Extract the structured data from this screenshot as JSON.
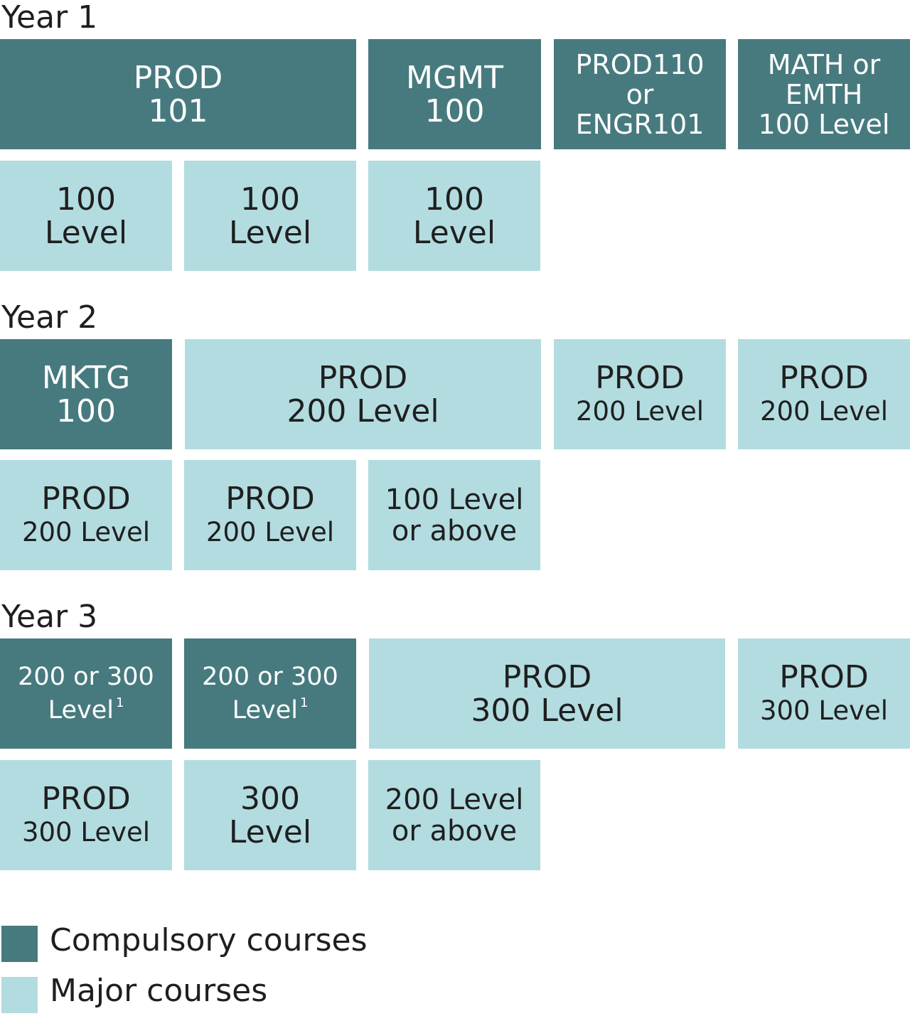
{
  "colors": {
    "compulsory": "#477a7e",
    "major": "#b2dce0"
  },
  "years": [
    {
      "label": "Year 1",
      "courses": [
        {
          "type": "compulsory",
          "lines": [
            "PROD",
            "101"
          ]
        },
        {
          "type": "compulsory",
          "lines": [
            "MGMT",
            "100"
          ]
        },
        {
          "type": "compulsory",
          "lines": [
            "PROD110",
            "or",
            "ENGR101"
          ]
        },
        {
          "type": "compulsory",
          "lines": [
            "MATH or",
            "EMTH",
            "100 Level"
          ]
        },
        {
          "type": "major",
          "lines": [
            "100",
            "Level"
          ]
        },
        {
          "type": "major",
          "lines": [
            "100",
            "Level"
          ]
        },
        {
          "type": "major",
          "lines": [
            "100",
            "Level"
          ]
        }
      ]
    },
    {
      "label": "Year 2",
      "courses": [
        {
          "type": "compulsory",
          "lines": [
            "MKTG",
            "100"
          ]
        },
        {
          "type": "major",
          "lines": [
            "PROD",
            "200 Level"
          ]
        },
        {
          "type": "major",
          "lines": [
            "PROD",
            "200 Level"
          ]
        },
        {
          "type": "major",
          "lines": [
            "PROD",
            "200 Level"
          ]
        },
        {
          "type": "major",
          "lines": [
            "PROD",
            "200 Level"
          ]
        },
        {
          "type": "major",
          "lines": [
            "PROD",
            "200 Level"
          ]
        },
        {
          "type": "major",
          "lines": [
            "100 Level",
            "or above"
          ]
        }
      ]
    },
    {
      "label": "Year 3",
      "courses": [
        {
          "type": "compulsory",
          "lines": [
            "200 or 300",
            "Level"
          ],
          "footnote": "1"
        },
        {
          "type": "compulsory",
          "lines": [
            "200 or 300",
            "Level"
          ],
          "footnote": "1"
        },
        {
          "type": "major",
          "lines": [
            "PROD",
            "300 Level"
          ]
        },
        {
          "type": "major",
          "lines": [
            "PROD",
            "300 Level"
          ]
        },
        {
          "type": "major",
          "lines": [
            "PROD",
            "300 Level"
          ]
        },
        {
          "type": "major",
          "lines": [
            "300",
            "Level"
          ]
        },
        {
          "type": "major",
          "lines": [
            "200 Level",
            "or above"
          ]
        }
      ]
    }
  ],
  "legend": [
    {
      "type": "compulsory",
      "label": "Compulsory courses"
    },
    {
      "type": "major",
      "label": "Major courses"
    }
  ]
}
